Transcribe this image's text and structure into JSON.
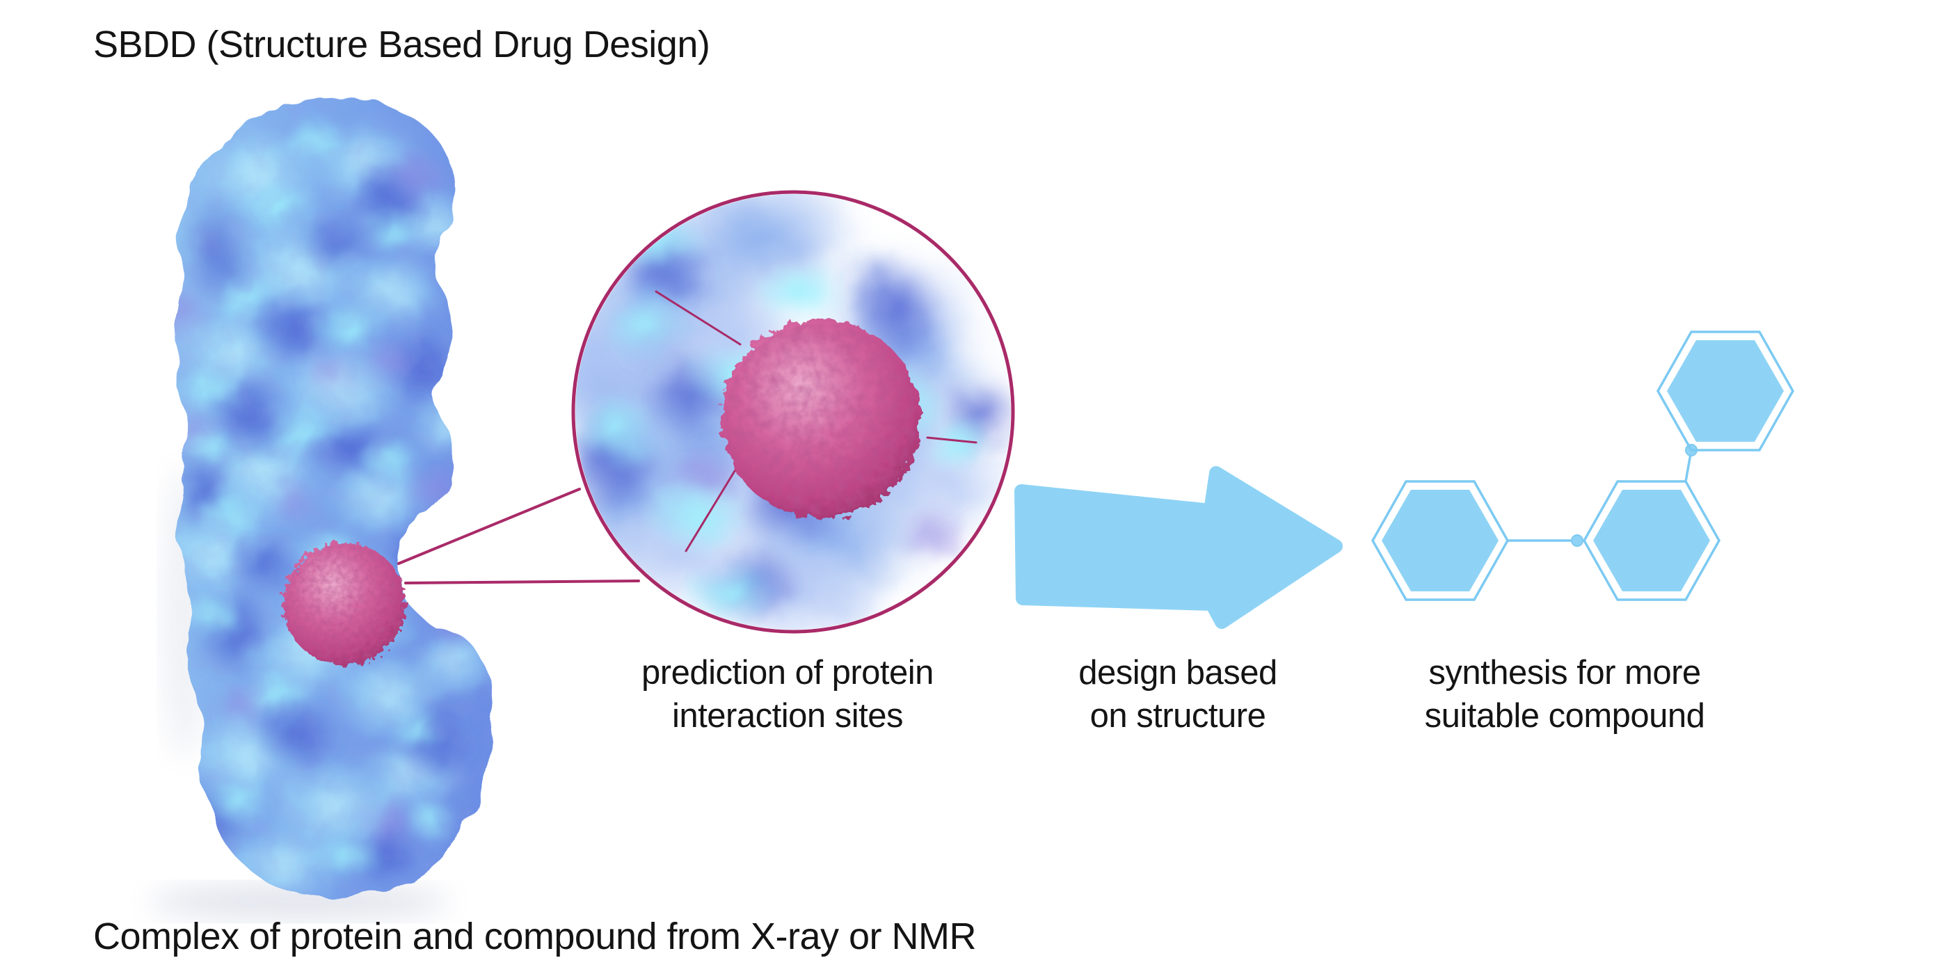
{
  "diagram": {
    "title": "SBDD (Structure Based Drug Design)",
    "caption": "Complex of protein and compound from X-ray or NMR",
    "steps": [
      {
        "name": "prediction",
        "label_line1": "prediction of protein",
        "label_line2": "interaction sites"
      },
      {
        "name": "design",
        "label_line1": "design based",
        "label_line2": "on structure"
      },
      {
        "name": "synthesis",
        "label_line1": "synthesis for more",
        "label_line2": "suitable compound"
      }
    ],
    "illustrations": {
      "protein": "blue 3D protein surface structure",
      "bound_compound": "pink spherical compound bound to protein",
      "magnifier": "circular magnified view of protein-compound interaction site",
      "arrow": "light blue arrow pointing right",
      "molecule": "compound structure of three connected hexagon rings"
    },
    "colors": {
      "background": "#ffffff",
      "text": "#141414",
      "callout-magenta": "#a92a68",
      "compound-pink": "#c9468f",
      "compound-pink-dark": "#8f2a5e",
      "protein-blue": "#7ca9ec",
      "protein-cyan": "#8fe2f9",
      "protein-deep-blue": "#4d63d8",
      "arrow-blue": "#8ed3f5",
      "hexagon-fill": "#8ed3f5",
      "hexagon-outline": "#7ccaf2"
    }
  }
}
